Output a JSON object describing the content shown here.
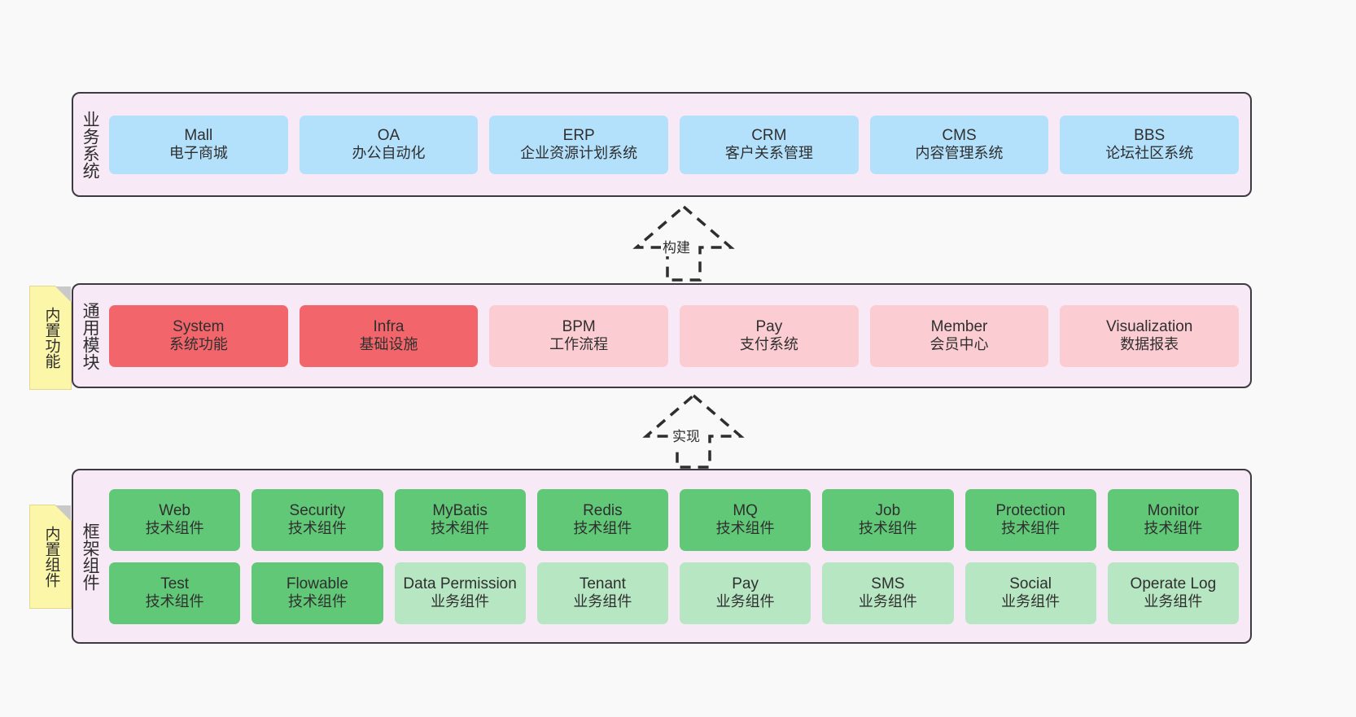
{
  "diagram": {
    "background_color": "#f9f9f9",
    "panel_fill": "#f7e9f5",
    "panel_border": "#3f3a42",
    "note_fill": "#fcf6a8"
  },
  "notes": [
    {
      "label": "内置功能"
    },
    {
      "label": "内置组件"
    }
  ],
  "connectors": [
    {
      "label": "构建",
      "style": "dashed-hollow-arrow-up"
    },
    {
      "label": "实现",
      "style": "dashed-hollow-arrow-up"
    }
  ],
  "layers": [
    {
      "id": "business",
      "title": "业务系统",
      "rows": [
        {
          "cards": [
            {
              "title_en": "Mall",
              "title_cn": "电子商城",
              "color": "#b3e0fb"
            },
            {
              "title_en": "OA",
              "title_cn": "办公自动化",
              "color": "#b3e0fb"
            },
            {
              "title_en": "ERP",
              "title_cn": "企业资源计划系统",
              "color": "#b3e0fb"
            },
            {
              "title_en": "CRM",
              "title_cn": "客户关系管理",
              "color": "#b3e0fb"
            },
            {
              "title_en": "CMS",
              "title_cn": "内容管理系统",
              "color": "#b3e0fb"
            },
            {
              "title_en": "BBS",
              "title_cn": "论坛社区系统",
              "color": "#b3e0fb"
            }
          ]
        }
      ]
    },
    {
      "id": "common",
      "title": "通用模块",
      "rows": [
        {
          "cards": [
            {
              "title_en": "System",
              "title_cn": "系统功能",
              "color": "#f2666b"
            },
            {
              "title_en": "Infra",
              "title_cn": "基础设施",
              "color": "#f2666b"
            },
            {
              "title_en": "BPM",
              "title_cn": "工作流程",
              "color": "#fbccd2"
            },
            {
              "title_en": "Pay",
              "title_cn": "支付系统",
              "color": "#fbccd2"
            },
            {
              "title_en": "Member",
              "title_cn": "会员中心",
              "color": "#fbccd2"
            },
            {
              "title_en": "Visualization",
              "title_cn": "数据报表",
              "color": "#fbccd2"
            }
          ]
        }
      ]
    },
    {
      "id": "framework",
      "title": "框架组件",
      "rows": [
        {
          "cards": [
            {
              "title_en": "Web",
              "title_cn": "技术组件",
              "color": "#61c877"
            },
            {
              "title_en": "Security",
              "title_cn": "技术组件",
              "color": "#61c877"
            },
            {
              "title_en": "MyBatis",
              "title_cn": "技术组件",
              "color": "#61c877"
            },
            {
              "title_en": "Redis",
              "title_cn": "技术组件",
              "color": "#61c877"
            },
            {
              "title_en": "MQ",
              "title_cn": "技术组件",
              "color": "#61c877"
            },
            {
              "title_en": "Job",
              "title_cn": "技术组件",
              "color": "#61c877"
            },
            {
              "title_en": "Protection",
              "title_cn": "技术组件",
              "color": "#61c877"
            },
            {
              "title_en": "Monitor",
              "title_cn": "技术组件",
              "color": "#61c877"
            }
          ]
        },
        {
          "cards": [
            {
              "title_en": "Test",
              "title_cn": "技术组件",
              "color": "#61c877"
            },
            {
              "title_en": "Flowable",
              "title_cn": "技术组件",
              "color": "#61c877"
            },
            {
              "title_en": "Data Permission",
              "title_cn": "业务组件",
              "color": "#b7e6c2"
            },
            {
              "title_en": "Tenant",
              "title_cn": "业务组件",
              "color": "#b7e6c2"
            },
            {
              "title_en": "Pay",
              "title_cn": "业务组件",
              "color": "#b7e6c2"
            },
            {
              "title_en": "SMS",
              "title_cn": "业务组件",
              "color": "#b7e6c2"
            },
            {
              "title_en": "Social",
              "title_cn": "业务组件",
              "color": "#b7e6c2"
            },
            {
              "title_en": "Operate Log",
              "title_cn": "业务组件",
              "color": "#b7e6c2"
            }
          ]
        }
      ]
    }
  ]
}
